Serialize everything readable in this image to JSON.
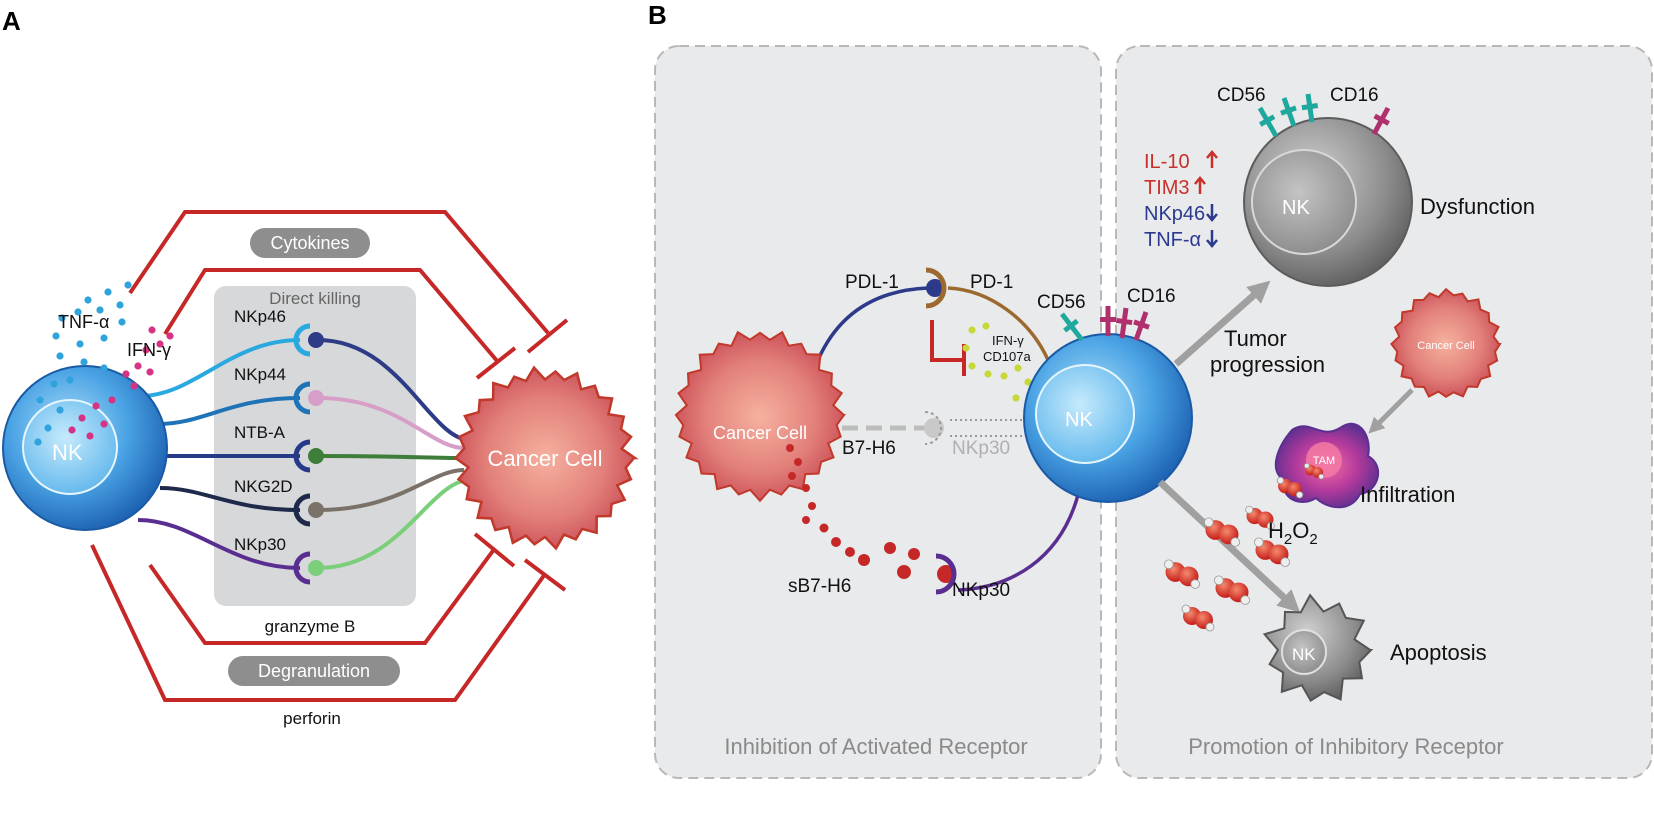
{
  "panels": {
    "a": "A",
    "b": "B"
  },
  "panel_a": {
    "nk_label": "NK",
    "cancer_label": "Cancer Cell",
    "tnf": "TNF-α",
    "ifn": "IFN-γ",
    "cytokines": "Cytokines",
    "direct_killing": "Direct killing",
    "degranulation": "Degranulation",
    "granzyme": "granzyme B",
    "perforin": "perforin",
    "receptors": [
      {
        "name": "NKp46",
        "color": "#29a9e0"
      },
      {
        "name": "NKp44",
        "color": "#1f73b7"
      },
      {
        "name": "NTB-A",
        "color": "#273a8a"
      },
      {
        "name": "NKG2D",
        "color": "#1f2a4a"
      },
      {
        "name": "NKp30",
        "color": "#5a2d91"
      }
    ],
    "ligand_colors": [
      "#2e3b86",
      "#d79fc8",
      "#3f7d3a",
      "#7a7168",
      "#7ccf7a"
    ]
  },
  "panel_b": {
    "left_caption": "Inhibition of Activated Receptor",
    "right_caption": "Promotion of Inhibitory Receptor",
    "cancer_label": "Cancer Cell",
    "pdl1": "PDL-1",
    "pd1": "PD-1",
    "ifn": "IFN-γ",
    "cd107a": "CD107a",
    "b7h6": "B7-H6",
    "nkp30_ghost": "NKp30",
    "sb7h6": "sB7-H6",
    "nkp30": "NKp30",
    "cd56": "CD56",
    "cd16": "CD16",
    "nk_label": "NK",
    "tumor_progression": [
      "Tumor",
      "progression"
    ],
    "dys_cd56": "CD56",
    "dys_cd16": "CD16",
    "markers": [
      {
        "text": "IL-10",
        "arrow": "up",
        "color": "#c9302c"
      },
      {
        "text": "TIM3",
        "arrow": "up",
        "color": "#c9302c"
      },
      {
        "text": "NKp46",
        "arrow": "down",
        "color": "#2b3a8f"
      },
      {
        "text": "TNF-α",
        "arrow": "down",
        "color": "#2b3a8f"
      }
    ],
    "dys_nk": "NK",
    "dysfunction": "Dysfunction",
    "small_cancer": "Cancer Cell",
    "tam": "TAM",
    "infiltration": "Infiltration",
    "h2o2_main": "H",
    "h2o2_sub1": "2",
    "h2o2_mid": "O",
    "h2o2_sub2": "2",
    "apoptosis_nk": "NK",
    "apoptosis": "Apoptosis"
  }
}
